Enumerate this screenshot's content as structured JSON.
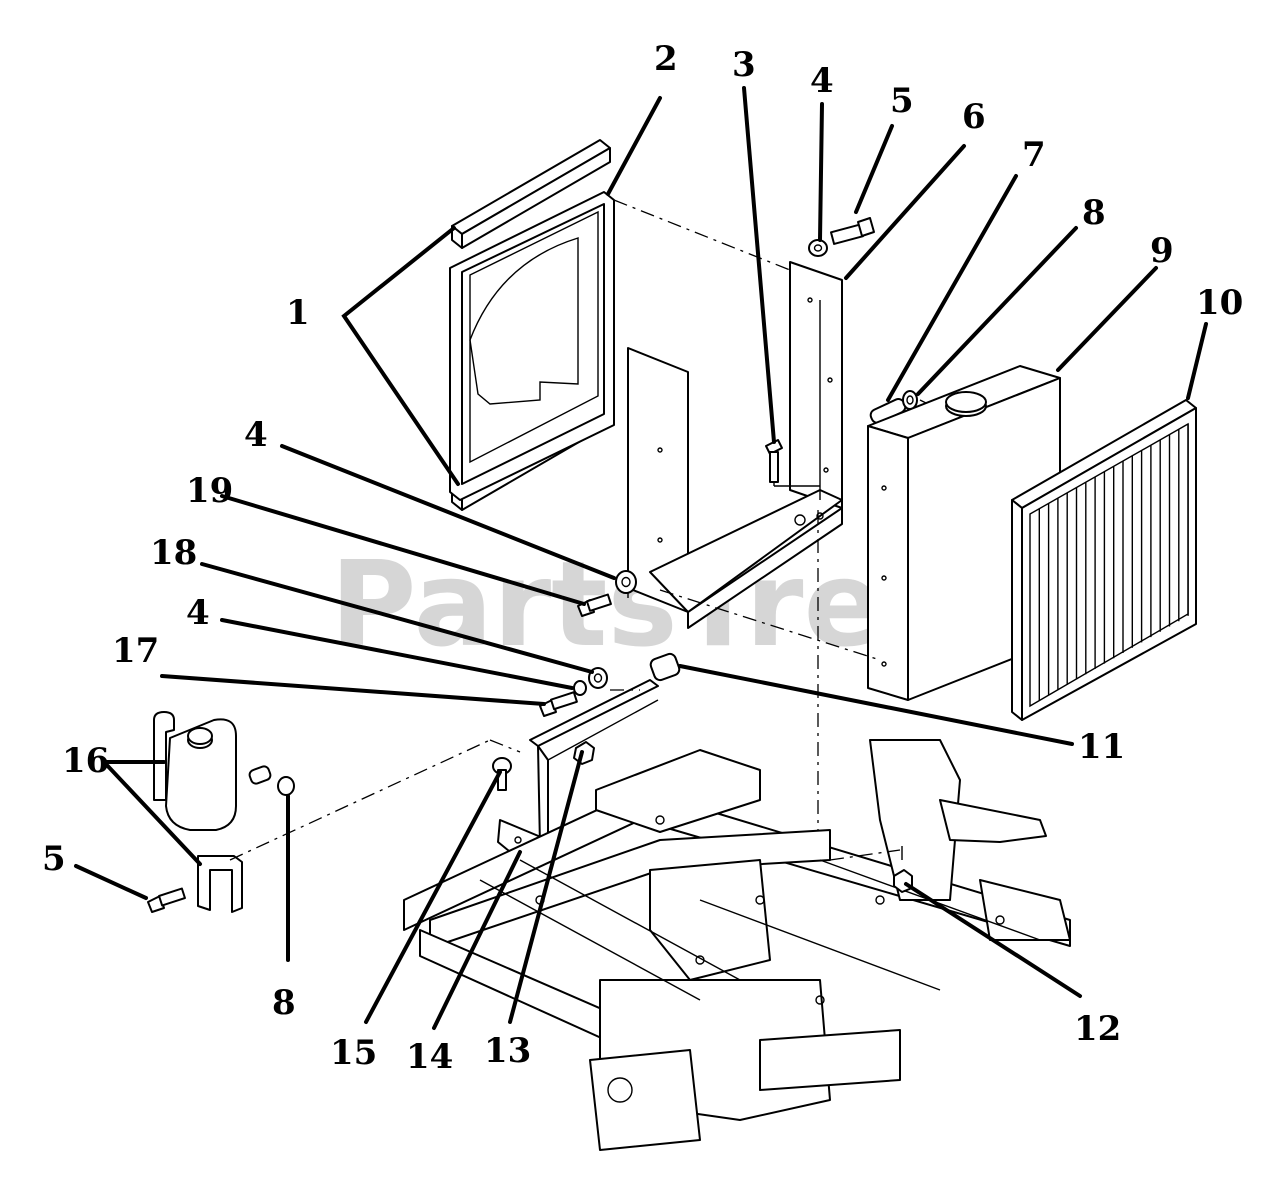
{
  "watermark": {
    "text": "PartsTree",
    "trademark": "™"
  },
  "callouts": [
    {
      "id": "c1",
      "label": "1"
    },
    {
      "id": "c2",
      "label": "2"
    },
    {
      "id": "c3",
      "label": "3"
    },
    {
      "id": "c4a",
      "label": "4"
    },
    {
      "id": "c5a",
      "label": "5"
    },
    {
      "id": "c6",
      "label": "6"
    },
    {
      "id": "c7",
      "label": "7"
    },
    {
      "id": "c8a",
      "label": "8"
    },
    {
      "id": "c9",
      "label": "9"
    },
    {
      "id": "c10",
      "label": "10"
    },
    {
      "id": "c4b",
      "label": "4"
    },
    {
      "id": "c19",
      "label": "19"
    },
    {
      "id": "c18",
      "label": "18"
    },
    {
      "id": "c4c",
      "label": "4"
    },
    {
      "id": "c17",
      "label": "17"
    },
    {
      "id": "c11",
      "label": "11"
    },
    {
      "id": "c16",
      "label": "16"
    },
    {
      "id": "c5b",
      "label": "5"
    },
    {
      "id": "c8b",
      "label": "8"
    },
    {
      "id": "c15",
      "label": "15"
    },
    {
      "id": "c14",
      "label": "14"
    },
    {
      "id": "c13",
      "label": "13"
    },
    {
      "id": "c12",
      "label": "12"
    }
  ]
}
